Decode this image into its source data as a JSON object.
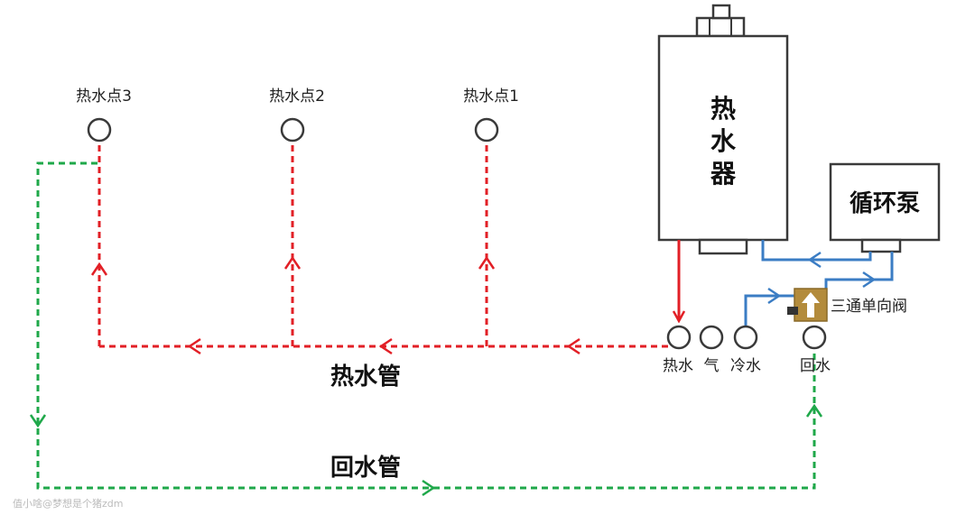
{
  "labels": {
    "point3": "热水点3",
    "point2": "热水点2",
    "point1": "热水点1",
    "heater": [
      "热",
      "水",
      "器"
    ],
    "pump": "循环泵",
    "valve": "三通单向阀",
    "port_hot": "热水",
    "port_gas": "气",
    "port_cold": "冷水",
    "port_return": "回水",
    "hot_pipe": "热水管",
    "return_pipe": "回水管"
  },
  "watermark": "值小啥@梦想是个猪zdm",
  "colors": {
    "hot": "#e21f26",
    "return": "#1fa84a",
    "cold": "#3b7dc4",
    "outline": "#3a3a3a",
    "valve": "#b38b3b"
  }
}
